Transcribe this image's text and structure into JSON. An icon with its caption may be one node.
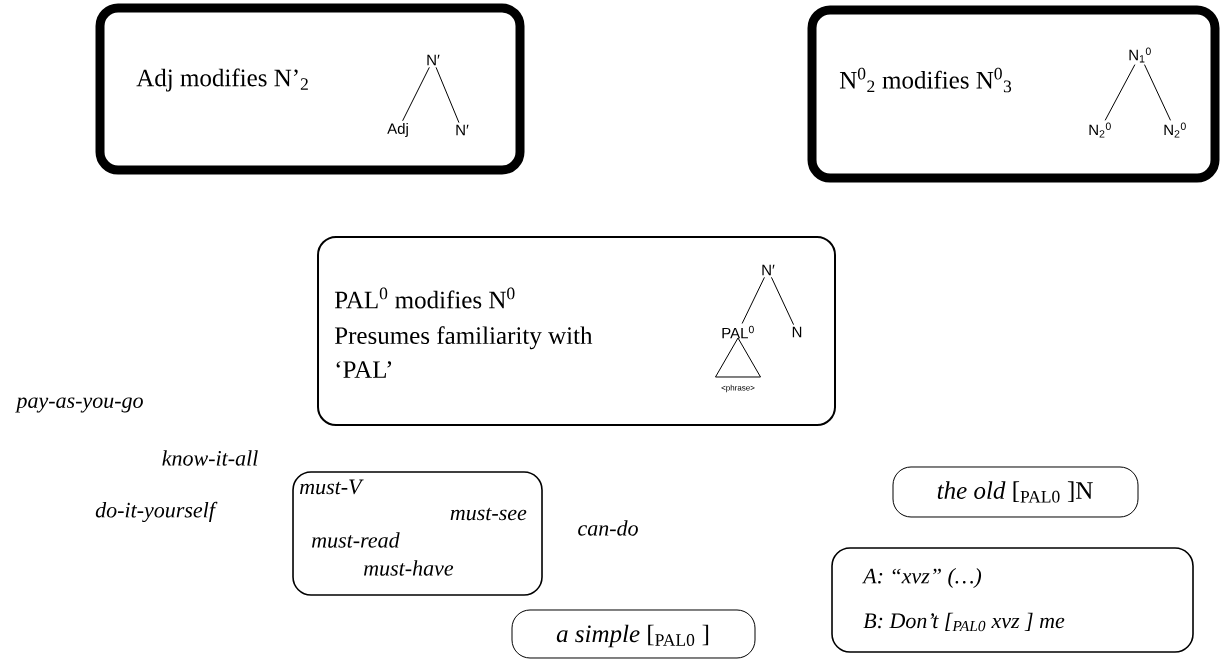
{
  "diagram": {
    "nodes": [
      {
        "text": [
          "Adj modifies N’$_{2}$"
        ]
      },
      {
        "text": [
          "N′"
        ],
        "in": 0
      },
      {
        "text": [
          "Adj"
        ],
        "in": 0
      },
      {
        "text": [
          "N′"
        ],
        "in": 0
      },
      {
        "text": [
          "N$^{0}$$_{2}$ modifies N$^{0}$$_{3}$"
        ]
      },
      {
        "text": [
          "N$_{1}$$^{0}$"
        ],
        "in": 4
      },
      {
        "text": [
          "N$_{2}$$^{0}$"
        ],
        "in": 4
      },
      {
        "text": [
          "N$_{2}$$^{0}$"
        ],
        "in": 4
      },
      {
        "text": [
          "PAL$^{0}$ modifies N$^{0}$",
          "Presumes familiarity with ‘PAL’"
        ]
      },
      {
        "text": [
          "N′"
        ],
        "in": 8
      },
      {
        "text": [
          "PAL$^{0}$"
        ],
        "in": 8
      },
      {
        "text": [
          "N"
        ],
        "in": 8
      },
      {
        "text": [],
        "shape": "triangle",
        "in": 8,
        "beside": [
          "<phrase>"
        ]
      },
      {
        "text": [
          "must-V",
          "must-see",
          "must-read",
          "must-have"
        ]
      },
      {
        "text": [
          "*a simple* [$_{PAL0}$ ]"
        ]
      },
      {
        "text": [
          "*the old* [$_{PAL0}$ ]N"
        ]
      },
      {
        "text": [
          "A: “xvz” (…)",
          "B: Don’t [$_{PAL0}$ xvz ] me"
        ]
      }
    ],
    "edges": [
      {
        "from": 1,
        "to": 2,
        "arrow": "none"
      },
      {
        "from": 1,
        "to": 3,
        "arrow": "none"
      },
      {
        "from": 5,
        "to": 6,
        "arrow": "none"
      },
      {
        "from": 5,
        "to": 7,
        "arrow": "none"
      },
      {
        "from": 9,
        "to": 10,
        "arrow": "none"
      },
      {
        "from": 9,
        "to": 11,
        "arrow": "none"
      }
    ],
    "labels": [
      "pay-as-you-go",
      "know-it-all",
      "do-it-yourself",
      "can-do"
    ]
  }
}
